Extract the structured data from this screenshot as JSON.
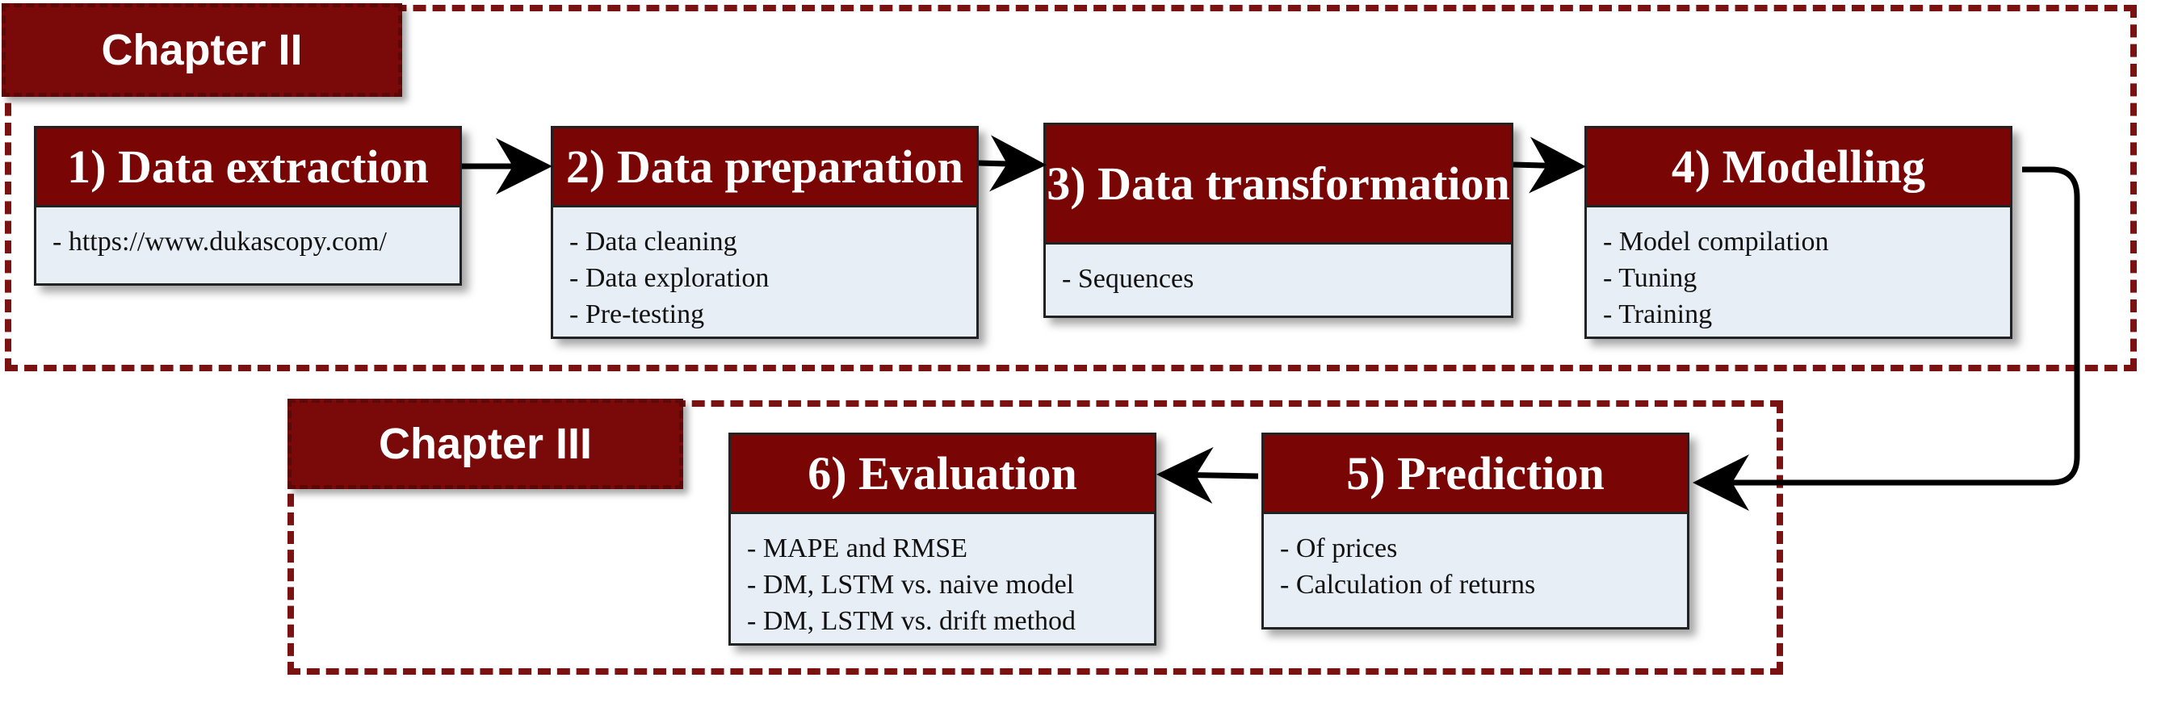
{
  "chapters": [
    {
      "label": "Chapter II"
    },
    {
      "label": "Chapter III"
    }
  ],
  "steps": [
    {
      "title": "1) Data extraction",
      "items": [
        "- https://www.dukascopy.com/"
      ]
    },
    {
      "title": "2) Data preparation",
      "items": [
        "- Data cleaning",
        "- Data exploration",
        "- Pre-testing"
      ]
    },
    {
      "title": "3) Data transformation",
      "items": [
        "- Sequences"
      ]
    },
    {
      "title": "4) Modelling",
      "items": [
        "- Model compilation",
        "- Tuning",
        "- Training"
      ]
    },
    {
      "title": "5) Prediction",
      "items": [
        "- Of prices",
        "- Calculation of returns"
      ]
    },
    {
      "title": "6) Evaluation",
      "items": [
        "- MAPE and RMSE",
        "- DM, LSTM vs. naive model",
        "- DM, LSTM vs. drift method"
      ]
    }
  ],
  "colors": {
    "header": "#7a0505",
    "body": "#e8eef5",
    "frame": "#7a1212",
    "arrow": "#000000"
  }
}
